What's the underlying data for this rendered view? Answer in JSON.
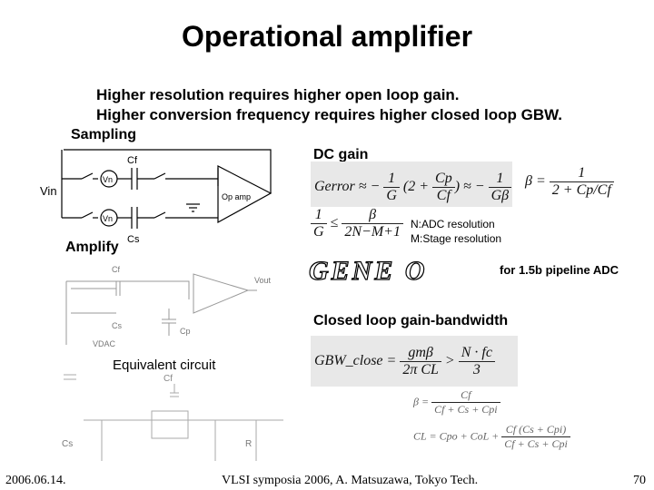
{
  "slide": {
    "title": "Operational amplifier",
    "bullets": [
      "Higher resolution requires higher open loop gain.",
      "Higher conversion frequency requires higher closed loop GBW."
    ],
    "sampling_label": "Sampling",
    "amplify_label": "Amplify",
    "dc_gain_label": "DC gain",
    "pipeline_note": "for 1.5b pipeline ADC",
    "closed_loop_label": "Closed loop gain-bandwidth",
    "equivalent_label": "Equivalent circuit",
    "legend": {
      "n_def": "N:ADC resolution",
      "m_def": "M:Stage resolution"
    },
    "footer": {
      "date": "2006.06.14.",
      "venue": "VLSI symposia 2006,  A. Matsuzawa, Tokyo Tech.",
      "page": "70"
    }
  },
  "circuit": {
    "vin": "Vin",
    "cf": "Cf",
    "cs": "Cs",
    "vn": "Vn",
    "opamp": "Op amp",
    "vout": "Vout",
    "vdac": "VDAC",
    "cp": "Cp",
    "eq_cf": "Cf",
    "eq_cs": "Cs",
    "eq_r": "R"
  },
  "equations": {
    "gerror_lhs": "Gerror",
    "gerror_mid": "2 +",
    "cp": "Cp",
    "cf": "Cf",
    "one": "1",
    "g": "G",
    "gbeta": "Gβ",
    "beta": "β",
    "two_cp": "2 +",
    "leq": "≤",
    "exp_den": "2N−M+1",
    "greek_watermark": "GENE O",
    "gbw_lhs": "GBW_close =",
    "gbw_num": "gmβ",
    "gbw_den": "2π CL",
    "gbw_gt": ">",
    "gbw_num2": "N · fc",
    "gbw_den2": "3",
    "beta_eq_lhs": "β =",
    "beta_eq_num": "Cf",
    "beta_eq_den": "Cf + Cs + Cpi",
    "cl_lhs": "CL =",
    "cl_rhs_a": "Cpo + CoL +",
    "cl_rhs_num": "Cf (Cs + Cpi)",
    "cl_rhs_den": "Cf + Cs + Cpi"
  }
}
